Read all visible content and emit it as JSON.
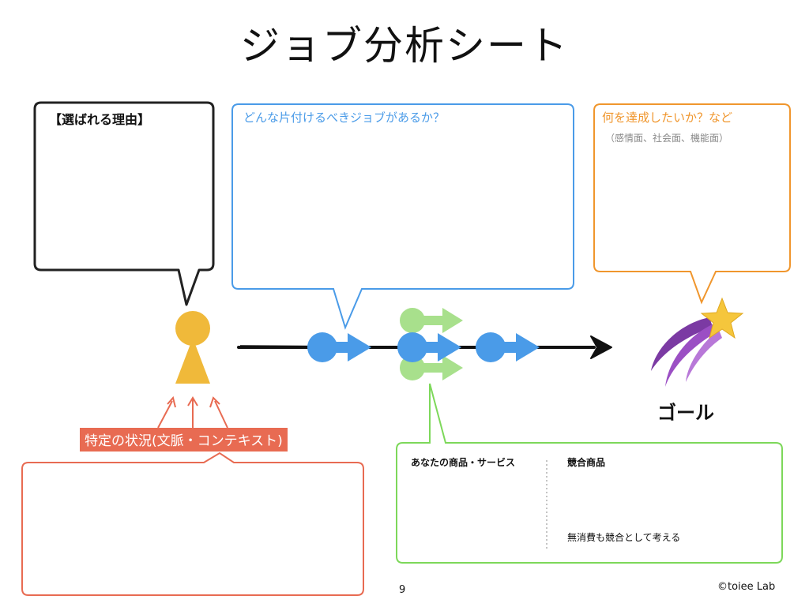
{
  "title": "ジョブ分析シート",
  "reasons_box": {
    "label": "【選ばれる理由】",
    "border_color": "#222222"
  },
  "jobs_box": {
    "label": "どんな片付けるべきジョブがあるか？",
    "border_color": "#4a9be8"
  },
  "goal_box": {
    "label": "何を達成したいか？など",
    "sublabel": "（感情面、社会面、機能面）",
    "border_color": "#f0962d"
  },
  "goal": {
    "caption": "ゴール",
    "star_color": "#f5c63c",
    "trail_color": "#9b4fc4"
  },
  "context": {
    "label": "特定の状況(文脈・コンテキスト)",
    "color": "#e86b52"
  },
  "competition_box": {
    "products_label": "あなたの商品・サービス",
    "competitors_label": "競合商品",
    "note": "無消費も競合として考える",
    "border_color": "#7dd85a"
  },
  "person": {
    "color": "#f0b93a"
  },
  "job_step_color": "#4a9be8",
  "alt_step_color": "#a8e08c",
  "page_number": "9",
  "copyright": "©toiee Lab"
}
